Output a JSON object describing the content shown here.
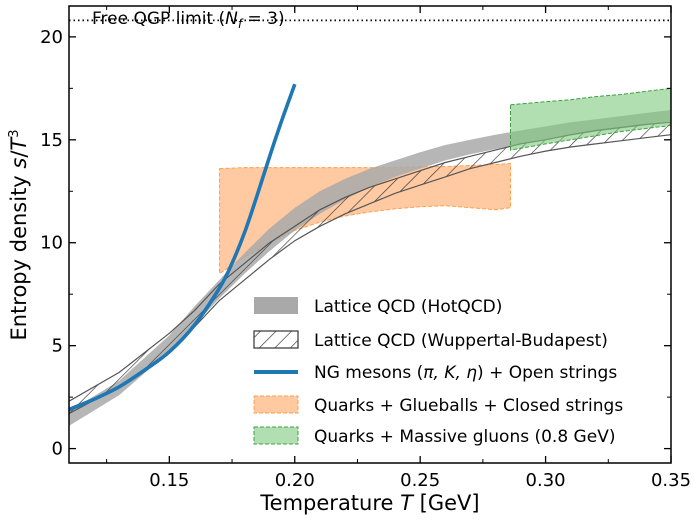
{
  "chart_data": {
    "type": "line",
    "xlabel": "Temperature T [GeV]",
    "ylabel": "Entropy density s/T³",
    "xlim": [
      0.11,
      0.35
    ],
    "ylim": [
      -0.7,
      21.5
    ],
    "x_ticks": [
      "0.15",
      "0.20",
      "0.25",
      "0.30",
      "0.35"
    ],
    "y_ticks": [
      "0",
      "5",
      "10",
      "15",
      "20"
    ],
    "x_tick_values": [
      0.15,
      0.2,
      0.25,
      0.3,
      0.35
    ],
    "y_tick_values": [
      0,
      5,
      10,
      15,
      20
    ],
    "grid": false,
    "legend_position": "lower-right",
    "reference_line": {
      "label": "Free QGP limit (N_f = 3)",
      "label_main": "Free QGP limit (",
      "label_var": "N",
      "label_sub": "f",
      "label_end": " = 3)",
      "y": 20.8,
      "style": "dotted"
    },
    "series": [
      {
        "name": "Lattice QCD (HotQCD)",
        "kind": "band",
        "color": "#a9a9a9",
        "x": [
          0.11,
          0.13,
          0.15,
          0.16,
          0.17,
          0.18,
          0.19,
          0.2,
          0.21,
          0.22,
          0.23,
          0.24,
          0.25,
          0.26,
          0.27,
          0.28,
          0.29,
          0.3,
          0.31,
          0.32,
          0.33,
          0.34,
          0.35
        ],
        "lower": [
          1.1,
          2.6,
          4.7,
          6.0,
          7.3,
          8.5,
          9.6,
          10.6,
          11.4,
          12.1,
          12.7,
          13.2,
          13.6,
          14.0,
          14.3,
          14.55,
          14.8,
          15.0,
          15.2,
          15.4,
          15.55,
          15.7,
          15.85
        ],
        "upper": [
          1.8,
          3.3,
          5.5,
          6.9,
          8.2,
          9.5,
          10.7,
          11.7,
          12.5,
          13.1,
          13.6,
          14.0,
          14.4,
          14.75,
          15.0,
          15.25,
          15.45,
          15.65,
          15.85,
          16.0,
          16.15,
          16.3,
          16.45
        ]
      },
      {
        "name": "Lattice QCD (Wuppertal-Budapest)",
        "kind": "hatched-band",
        "color": "#555555",
        "x": [
          0.11,
          0.13,
          0.15,
          0.16,
          0.17,
          0.18,
          0.19,
          0.2,
          0.21,
          0.22,
          0.23,
          0.24,
          0.25,
          0.26,
          0.27,
          0.28,
          0.29,
          0.3,
          0.31,
          0.32,
          0.33,
          0.34,
          0.35
        ],
        "lower": [
          1.7,
          3.0,
          4.7,
          5.9,
          7.2,
          8.2,
          9.2,
          10.1,
          10.8,
          11.4,
          11.9,
          12.4,
          12.8,
          13.2,
          13.6,
          13.9,
          14.2,
          14.45,
          14.65,
          14.8,
          14.95,
          15.1,
          15.25
        ],
        "upper": [
          2.3,
          3.7,
          5.6,
          6.7,
          8.0,
          9.0,
          10.0,
          10.8,
          11.6,
          12.2,
          12.7,
          13.1,
          13.5,
          13.9,
          14.2,
          14.5,
          14.8,
          15.0,
          15.25,
          15.45,
          15.6,
          15.75,
          15.85
        ]
      },
      {
        "name": "NG mesons (π, K, η) + Open strings",
        "kind": "line",
        "color": "#1f77b4",
        "x": [
          0.11,
          0.12,
          0.13,
          0.14,
          0.15,
          0.16,
          0.17,
          0.175,
          0.18,
          0.185,
          0.19,
          0.195,
          0.2
        ],
        "y": [
          1.9,
          2.4,
          3.0,
          3.8,
          4.7,
          6.0,
          7.8,
          9.0,
          10.5,
          12.3,
          14.2,
          16.0,
          17.7
        ]
      },
      {
        "name": "Quarks + Glueballs + Closed strings",
        "kind": "band",
        "color": "#ffb37a",
        "x": [
          0.17,
          0.18,
          0.19,
          0.2,
          0.21,
          0.22,
          0.23,
          0.24,
          0.25,
          0.26,
          0.27,
          0.28,
          0.286
        ],
        "lower": [
          8.5,
          9.3,
          10.0,
          10.6,
          11.0,
          11.3,
          11.5,
          11.65,
          11.75,
          11.8,
          11.7,
          11.6,
          11.7
        ],
        "upper": [
          13.6,
          13.65,
          13.65,
          13.65,
          13.65,
          13.65,
          13.65,
          13.65,
          13.7,
          13.7,
          13.75,
          13.8,
          13.85
        ]
      },
      {
        "name": "Quarks + Massive gluons (0.8 GeV)",
        "kind": "band",
        "color": "#7fc97f",
        "x": [
          0.286,
          0.3,
          0.31,
          0.32,
          0.33,
          0.34,
          0.35
        ],
        "lower": [
          14.5,
          14.8,
          15.0,
          15.2,
          15.4,
          15.55,
          15.7
        ],
        "upper": [
          16.7,
          16.85,
          16.95,
          17.1,
          17.2,
          17.35,
          17.5
        ]
      }
    ],
    "legend": [
      {
        "label": "Lattice QCD (HotQCD)",
        "swatch": "grey-band"
      },
      {
        "label": "Lattice QCD (Wuppertal-Budapest)",
        "swatch": "hatched"
      },
      {
        "label_main": "NG mesons (",
        "label_vars": "π, K, η",
        "label_end": ") + Open strings",
        "swatch": "blue-line"
      },
      {
        "label": "Quarks + Glueballs + Closed strings",
        "swatch": "orange-band"
      },
      {
        "label": "Quarks + Massive gluons (0.8 GeV)",
        "swatch": "green-band"
      }
    ],
    "colors": {
      "hotqcd": "#a9a9a9",
      "wb_edge": "#555555",
      "ng_line": "#1f77b4",
      "glueball_fill": "#ffb37a",
      "glueball_edge": "#ff9f4a",
      "massive_fill": "#7fc97f",
      "massive_edge": "#3fa03f"
    }
  }
}
